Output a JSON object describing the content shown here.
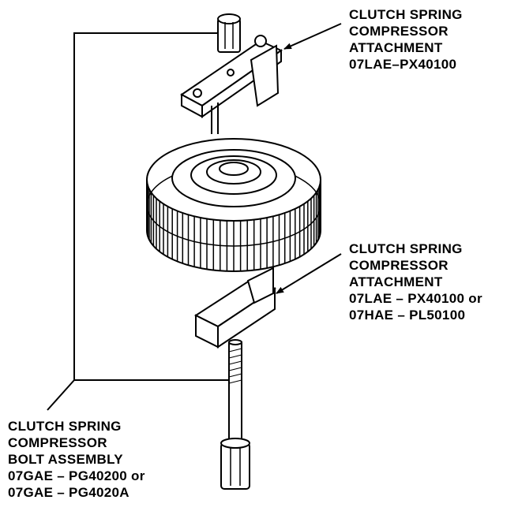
{
  "labels": {
    "top_attachment": {
      "line1": "CLUTCH SPRING",
      "line2": "COMPRESSOR",
      "line3": "ATTACHMENT",
      "line4": "07LAE–PX40100"
    },
    "bottom_attachment": {
      "line1": "CLUTCH SPRING",
      "line2": "COMPRESSOR",
      "line3": "ATTACHMENT",
      "line4": "07LAE – PX40100 or",
      "line5": "07HAE – PL50100"
    },
    "bolt_assembly": {
      "line1": "CLUTCH SPRING",
      "line2": "COMPRESSOR",
      "line3": "BOLT ASSEMBLY",
      "line4": "07GAE – PG40200 or",
      "line5": "07GAE – PG4020A"
    }
  },
  "colors": {
    "ink": "#000000",
    "paper": "#ffffff"
  }
}
